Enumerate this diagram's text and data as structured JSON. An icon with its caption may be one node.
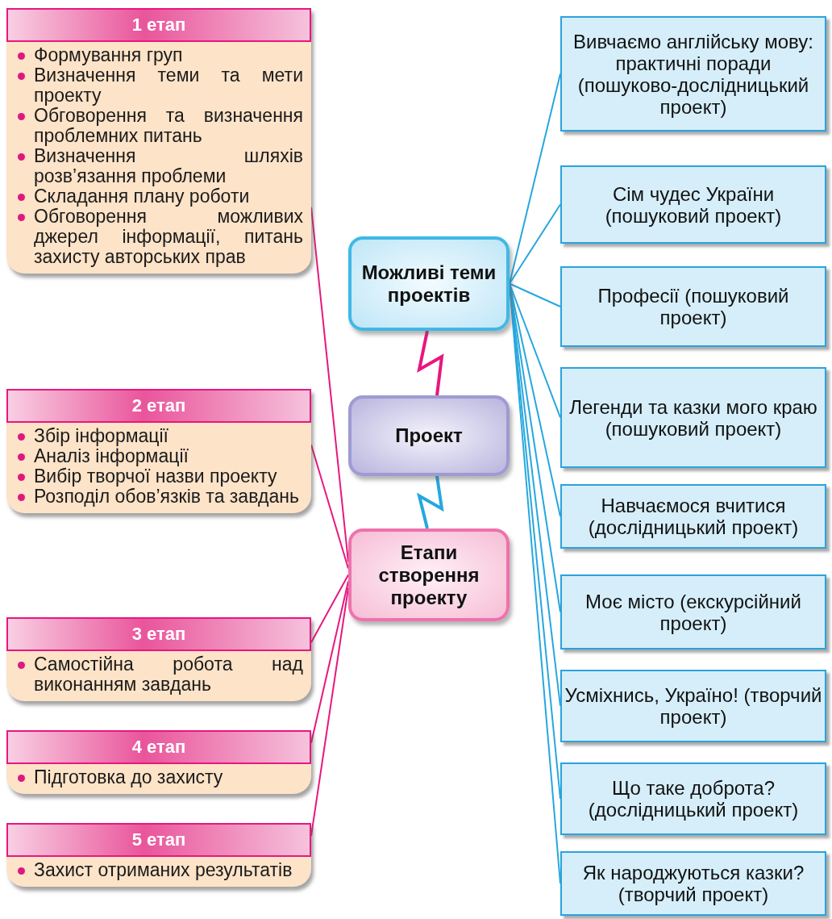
{
  "diagram": {
    "nodes": [
      {
        "text": [
          "1 етап",
          "Формування груп",
          "Визначення теми та мети проекту",
          "Обговорення та визначення проблемних питань",
          "Визначення шляхів розв’язання проблеми",
          "Складання плану роботи",
          "Обговорення можливих джерел інформації, питань захисту авторських прав"
        ]
      },
      {
        "text": [
          "2 етап",
          "Збір інформації",
          "Аналіз інформації",
          "Вибір творчої назви проекту",
          "Розподіл обов’язків та завдань"
        ]
      },
      {
        "text": [
          "3 етап",
          "Самостійна робота над виконанням завдань"
        ]
      },
      {
        "text": [
          "4 етап",
          "Підготовка до захисту"
        ]
      },
      {
        "text": [
          "5 етап",
          "Захист отриманих результатів"
        ]
      },
      {
        "text": [
          "Можливі теми проектів"
        ]
      },
      {
        "text": [
          "Проект"
        ]
      },
      {
        "text": [
          "Етапи створення проекту"
        ]
      },
      {
        "text": [
          "Вивчаємо англійську мову: практичні поради (пошуково-дослідницький проект)"
        ]
      },
      {
        "text": [
          "Сім чудес України (пошуковий проект)"
        ]
      },
      {
        "text": [
          "Професії (пошуковий проект)"
        ]
      },
      {
        "text": [
          "Легенди та казки мого краю (пошуковий проект)"
        ]
      },
      {
        "text": [
          "Навчаємося вчитися (дослідницький проект)"
        ]
      },
      {
        "text": [
          "Моє місто (екскурсійний проект)"
        ]
      },
      {
        "text": [
          "Усміхнись, Україно! (творчий проект)"
        ]
      },
      {
        "text": [
          "Що таке доброта? (дослідницький проект)"
        ]
      },
      {
        "text": [
          "Як народжуються казки? (творчий проект)"
        ]
      }
    ],
    "edges": [
      {
        "from": 6,
        "to": 5,
        "arrow": "none",
        "style": "thick",
        "color": "#e8177f"
      },
      {
        "from": 6,
        "to": 7,
        "arrow": "none",
        "style": "thick"
      },
      {
        "from": 7,
        "to": 0,
        "arrow": "none",
        "color": "#e8177f"
      },
      {
        "from": 7,
        "to": 1,
        "arrow": "none",
        "color": "#e8177f"
      },
      {
        "from": 7,
        "to": 2,
        "arrow": "none",
        "color": "#e8177f"
      },
      {
        "from": 7,
        "to": 3,
        "arrow": "none",
        "color": "#e8177f"
      },
      {
        "from": 7,
        "to": 4,
        "arrow": "none",
        "color": "#e8177f"
      },
      {
        "from": 5,
        "to": 8,
        "arrow": "none"
      },
      {
        "from": 5,
        "to": 9,
        "arrow": "none"
      },
      {
        "from": 5,
        "to": 10,
        "arrow": "none"
      },
      {
        "from": 5,
        "to": 11,
        "arrow": "none"
      },
      {
        "from": 5,
        "to": 12,
        "arrow": "none"
      },
      {
        "from": 5,
        "to": 13,
        "arrow": "none"
      },
      {
        "from": 5,
        "to": 14,
        "arrow": "none"
      },
      {
        "from": 5,
        "to": 15,
        "arrow": "none"
      },
      {
        "from": 5,
        "to": 16,
        "arrow": "none"
      }
    ]
  }
}
